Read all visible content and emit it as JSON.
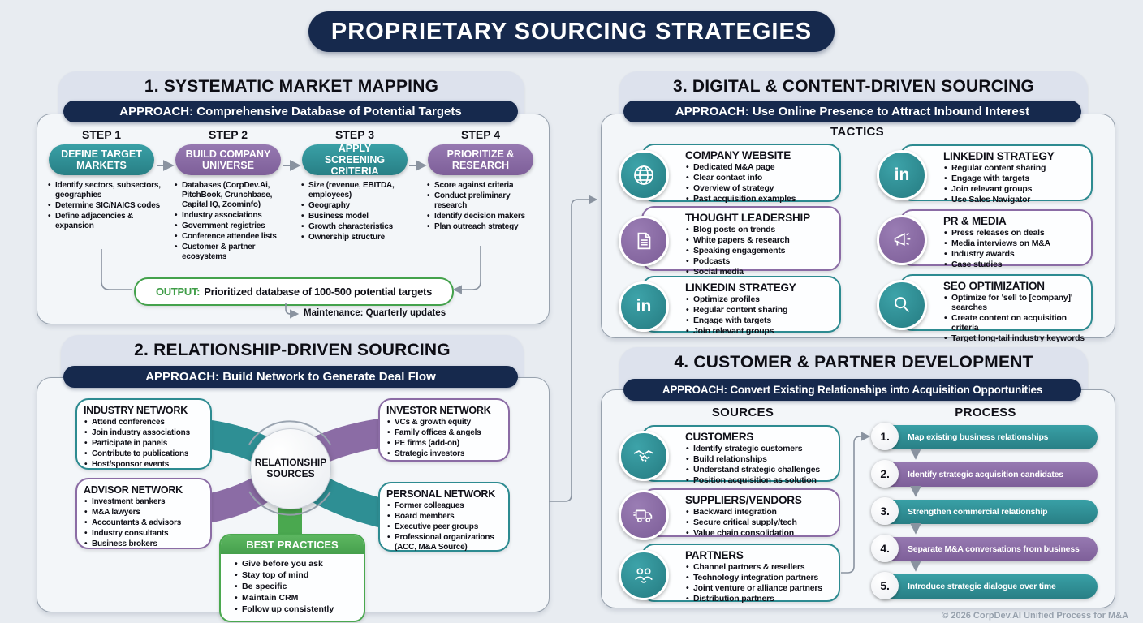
{
  "page_title": "PROPRIETARY SOURCING STRATEGIES",
  "footer": "© 2026 CorpDev.AI Unified Process for M&A",
  "colors": {
    "navy": "#16294d",
    "teal": "#2e8f94",
    "purple": "#8b6ca5",
    "green": "#4aa84f",
    "background": "#e8ecf1",
    "panel": "#f3f6f9",
    "header_card": "#dde2ed",
    "connector_gray": "#8a93a0"
  },
  "market_mapping": {
    "title": "1. SYSTEMATIC MARKET MAPPING",
    "approach": "APPROACH: Comprehensive Database of Potential Targets",
    "steps": [
      {
        "label": "STEP 1",
        "name": "DEFINE TARGET MARKETS",
        "accent": "teal",
        "bullets": [
          "Identify sectors, subsectors, geographies",
          "Determine SIC/NAICS codes",
          "Define adjacencies & expansion"
        ]
      },
      {
        "label": "STEP 2",
        "name": "BUILD COMPANY UNIVERSE",
        "accent": "purple",
        "bullets": [
          "Databases (CorpDev.Ai, PitchBook, Crunchbase, Capital IQ, Zoominfo)",
          "Industry associations",
          "Government registries",
          "Conference attendee lists",
          "Customer & partner ecosystems"
        ]
      },
      {
        "label": "STEP 3",
        "name": "APPLY SCREENING CRITERIA",
        "accent": "teal",
        "bullets": [
          "Size (revenue, EBITDA, employees)",
          "Geography",
          "Business model",
          "Growth characteristics",
          "Ownership structure"
        ]
      },
      {
        "label": "STEP 4",
        "name": "PRIORITIZE & RESEARCH",
        "accent": "purple",
        "bullets": [
          "Score against criteria",
          "Conduct preliminary research",
          "Identify decision makers",
          "Plan outreach strategy"
        ]
      }
    ],
    "output_label": "OUTPUT:",
    "output_text": "Prioritized database of 100-500 potential targets",
    "maintenance": "Maintenance: Quarterly updates"
  },
  "relationship": {
    "title": "2. RELATIONSHIP-DRIVEN SOURCING",
    "approach": "APPROACH: Build Network to Generate Deal Flow",
    "hub": "RELATIONSHIP SOURCES",
    "networks": [
      {
        "name": "INDUSTRY NETWORK",
        "accent": "teal",
        "bullets": [
          "Attend conferences",
          "Join industry associations",
          "Participate in panels",
          "Contribute to publications",
          "Host/sponsor events"
        ]
      },
      {
        "name": "INVESTOR NETWORK",
        "accent": "purple",
        "bullets": [
          "VCs & growth equity",
          "Family offices & angels",
          "PE firms (add-on)",
          "Strategic investors"
        ]
      },
      {
        "name": "ADVISOR NETWORK",
        "accent": "purple",
        "bullets": [
          "Investment bankers",
          "M&A lawyers",
          "Accountants & advisors",
          "Industry consultants",
          "Business brokers"
        ]
      },
      {
        "name": "PERSONAL NETWORK",
        "accent": "teal",
        "bullets": [
          "Former colleagues",
          "Board members",
          "Executive peer groups",
          "Professional organizations (ACC, M&A Source)"
        ]
      }
    ],
    "best_practices": {
      "title": "BEST PRACTICES",
      "bullets": [
        "Give before you ask",
        "Stay top of mind",
        "Be specific",
        "Maintain CRM",
        "Follow up consistently"
      ]
    }
  },
  "digital": {
    "title": "3. DIGITAL & CONTENT-DRIVEN SOURCING",
    "approach": "APPROACH: Use Online Presence to Attract Inbound Interest",
    "group_label": "TACTICS",
    "tactics": [
      {
        "name": "COMPANY WEBSITE",
        "icon": "globe-icon",
        "accent": "teal",
        "bullets": [
          "Dedicated M&A page",
          "Clear contact info",
          "Overview of strategy",
          "Past acquisition examples"
        ]
      },
      {
        "name": "LINKEDIN STRATEGY",
        "icon": "linkedin-icon",
        "accent": "teal",
        "bullets": [
          "Regular content sharing",
          "Engage with targets",
          "Join relevant groups",
          "Use Sales Navigator"
        ]
      },
      {
        "name": "THOUGHT LEADERSHIP",
        "icon": "document-icon",
        "accent": "purple",
        "bullets": [
          "Blog posts on trends",
          "White papers & research",
          "Speaking engagements",
          "Podcasts",
          "Social media"
        ]
      },
      {
        "name": "PR & MEDIA",
        "icon": "megaphone-icon",
        "accent": "purple",
        "bullets": [
          "Press releases on deals",
          "Media interviews on M&A",
          "Industry awards",
          "Case studies"
        ]
      },
      {
        "name": "LINKEDIN STRATEGY",
        "icon": "linkedin-icon",
        "accent": "teal",
        "bullets": [
          "Optimize profiles",
          "Regular content sharing",
          "Engage with targets",
          "Join relevant groups"
        ]
      },
      {
        "name": "SEO OPTIMIZATION",
        "icon": "search-icon",
        "accent": "teal",
        "bullets": [
          "Optimize for 'sell to [company]' searches",
          "Create content on acquisition criteria",
          "Target long-tail industry keywords"
        ]
      }
    ]
  },
  "customer_partner": {
    "title": "4. CUSTOMER & PARTNER DEVELOPMENT",
    "approach": "APPROACH: Convert Existing Relationships into Acquisition Opportunities",
    "sources_label": "SOURCES",
    "process_label": "PROCESS",
    "sources": [
      {
        "name": "CUSTOMERS",
        "icon": "handshake-icon",
        "accent": "teal",
        "bullets": [
          "Identify strategic customers",
          "Build relationships",
          "Understand strategic challenges",
          "Position acquisition as solution"
        ]
      },
      {
        "name": "SUPPLIERS/VENDORS",
        "icon": "truck-icon",
        "accent": "purple",
        "bullets": [
          "Backward integration",
          "Secure critical supply/tech",
          "Value chain consolidation"
        ]
      },
      {
        "name": "PARTNERS",
        "icon": "people-icon",
        "accent": "teal",
        "bullets": [
          "Channel partners & resellers",
          "Technology integration partners",
          "Joint venture or alliance partners",
          "Distribution partners"
        ]
      }
    ],
    "process": [
      {
        "num": "1.",
        "text": "Map existing business relationships",
        "accent": "teal"
      },
      {
        "num": "2.",
        "text": "Identify strategic acquisition candidates",
        "accent": "purple"
      },
      {
        "num": "3.",
        "text": "Strengthen commercial relationship",
        "accent": "teal"
      },
      {
        "num": "4.",
        "text": "Separate M&A conversations from business",
        "accent": "purple"
      },
      {
        "num": "5.",
        "text": "Introduce strategic dialogue over time",
        "accent": "teal"
      }
    ]
  }
}
